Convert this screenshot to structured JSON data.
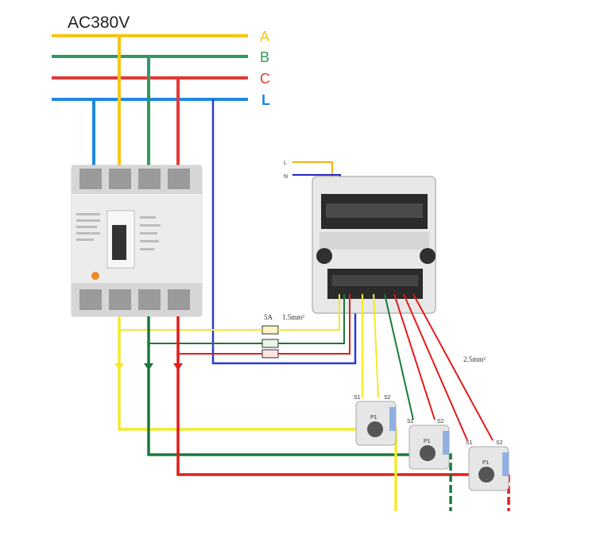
{
  "title": "AC380V",
  "buses": [
    {
      "label": "A",
      "color": "#f5c518"
    },
    {
      "label": "B",
      "color": "#2e9a5f"
    },
    {
      "label": "C",
      "color": "#e53935"
    },
    {
      "label": "L",
      "color": "#1e88e5"
    }
  ],
  "meter_supply": {
    "l_label": "L",
    "n_label": "N"
  },
  "fuse_label": "5A",
  "wire_size_small": "1.5mm²",
  "wire_size_large": "2.5mm²",
  "ct_labels": {
    "s1": "S1",
    "s2": "S2",
    "p1": "P1"
  },
  "wire_colors": {
    "yellow": "#f2ea2a",
    "green": "#1a7a3a",
    "red": "#e31b1b",
    "blue": "#2424c8",
    "neutral_blue": "#2a3bd1",
    "supply_l": "#f2b21b"
  }
}
